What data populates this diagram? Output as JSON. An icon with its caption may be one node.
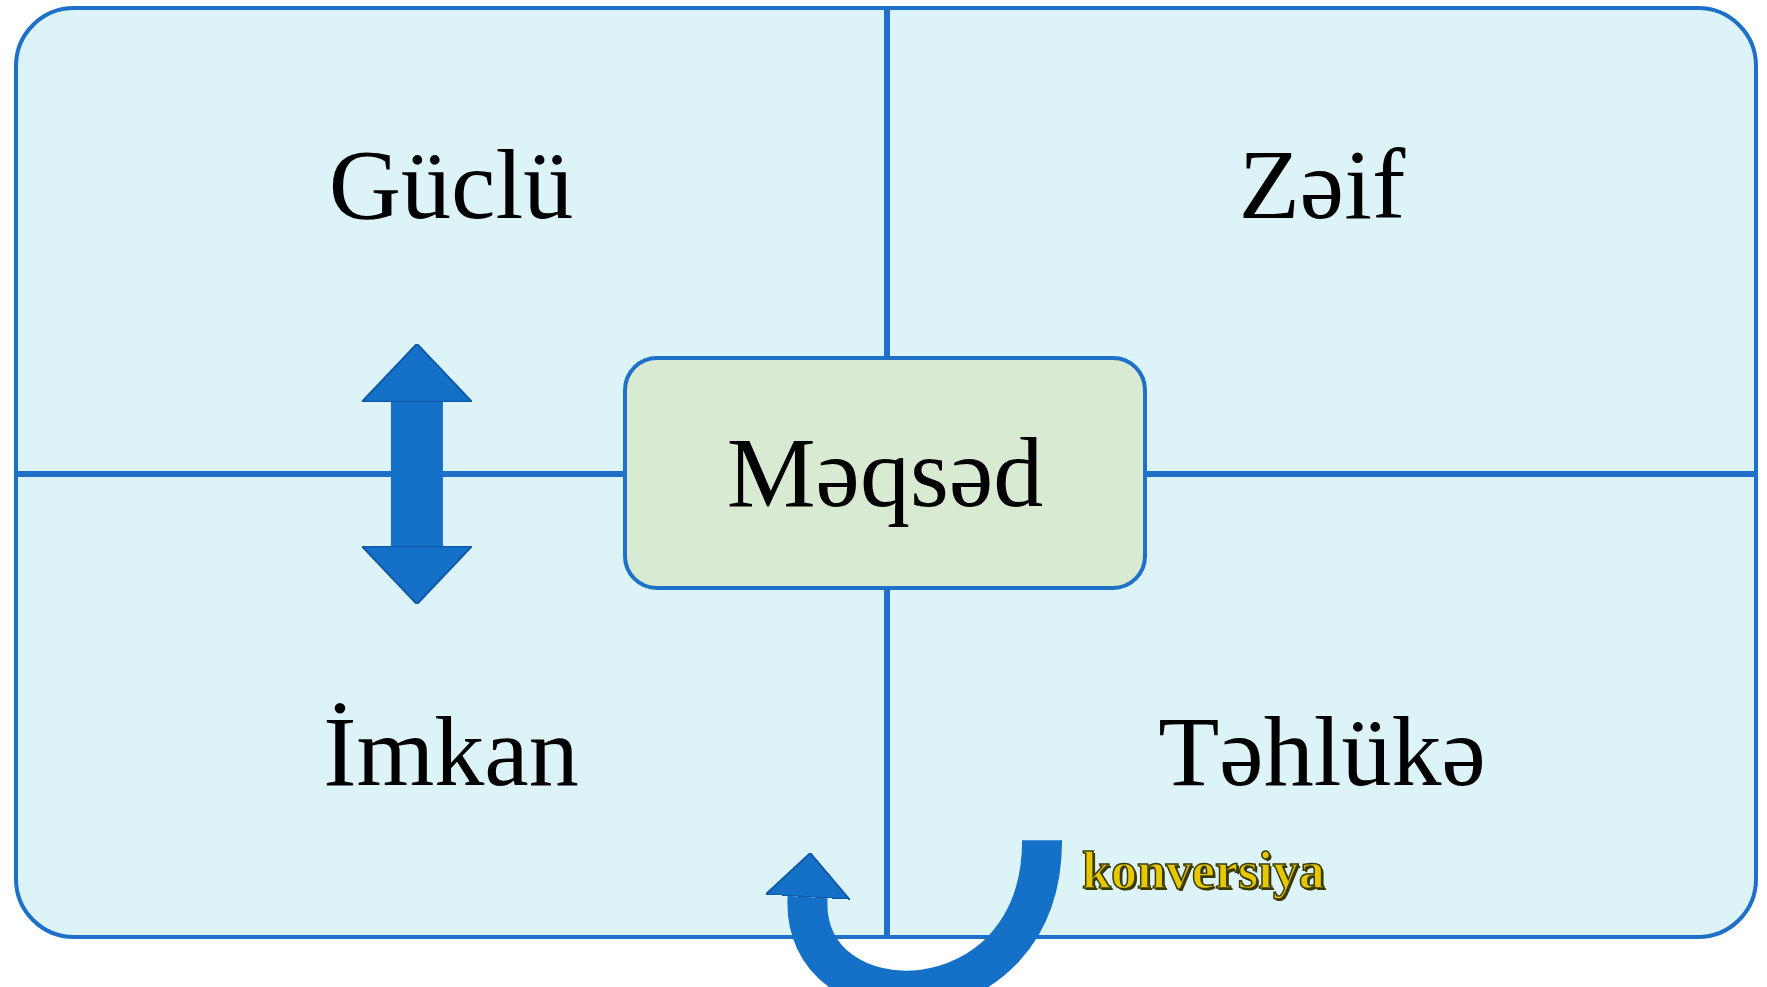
{
  "diagram": {
    "nodes": [
      {
        "text": [
          "Güclü"
        ]
      },
      {
        "text": [
          "Zəif"
        ]
      },
      {
        "text": [
          "İmkan"
        ]
      },
      {
        "text": [
          "Təhlükə"
        ]
      },
      {
        "text": [
          "Məqsəd"
        ]
      }
    ],
    "edges": [
      {
        "from": 0,
        "to": 2,
        "arrow": "both"
      },
      {
        "from": 3,
        "to": 2,
        "arrow": "to",
        "label": "konversiya"
      }
    ]
  }
}
